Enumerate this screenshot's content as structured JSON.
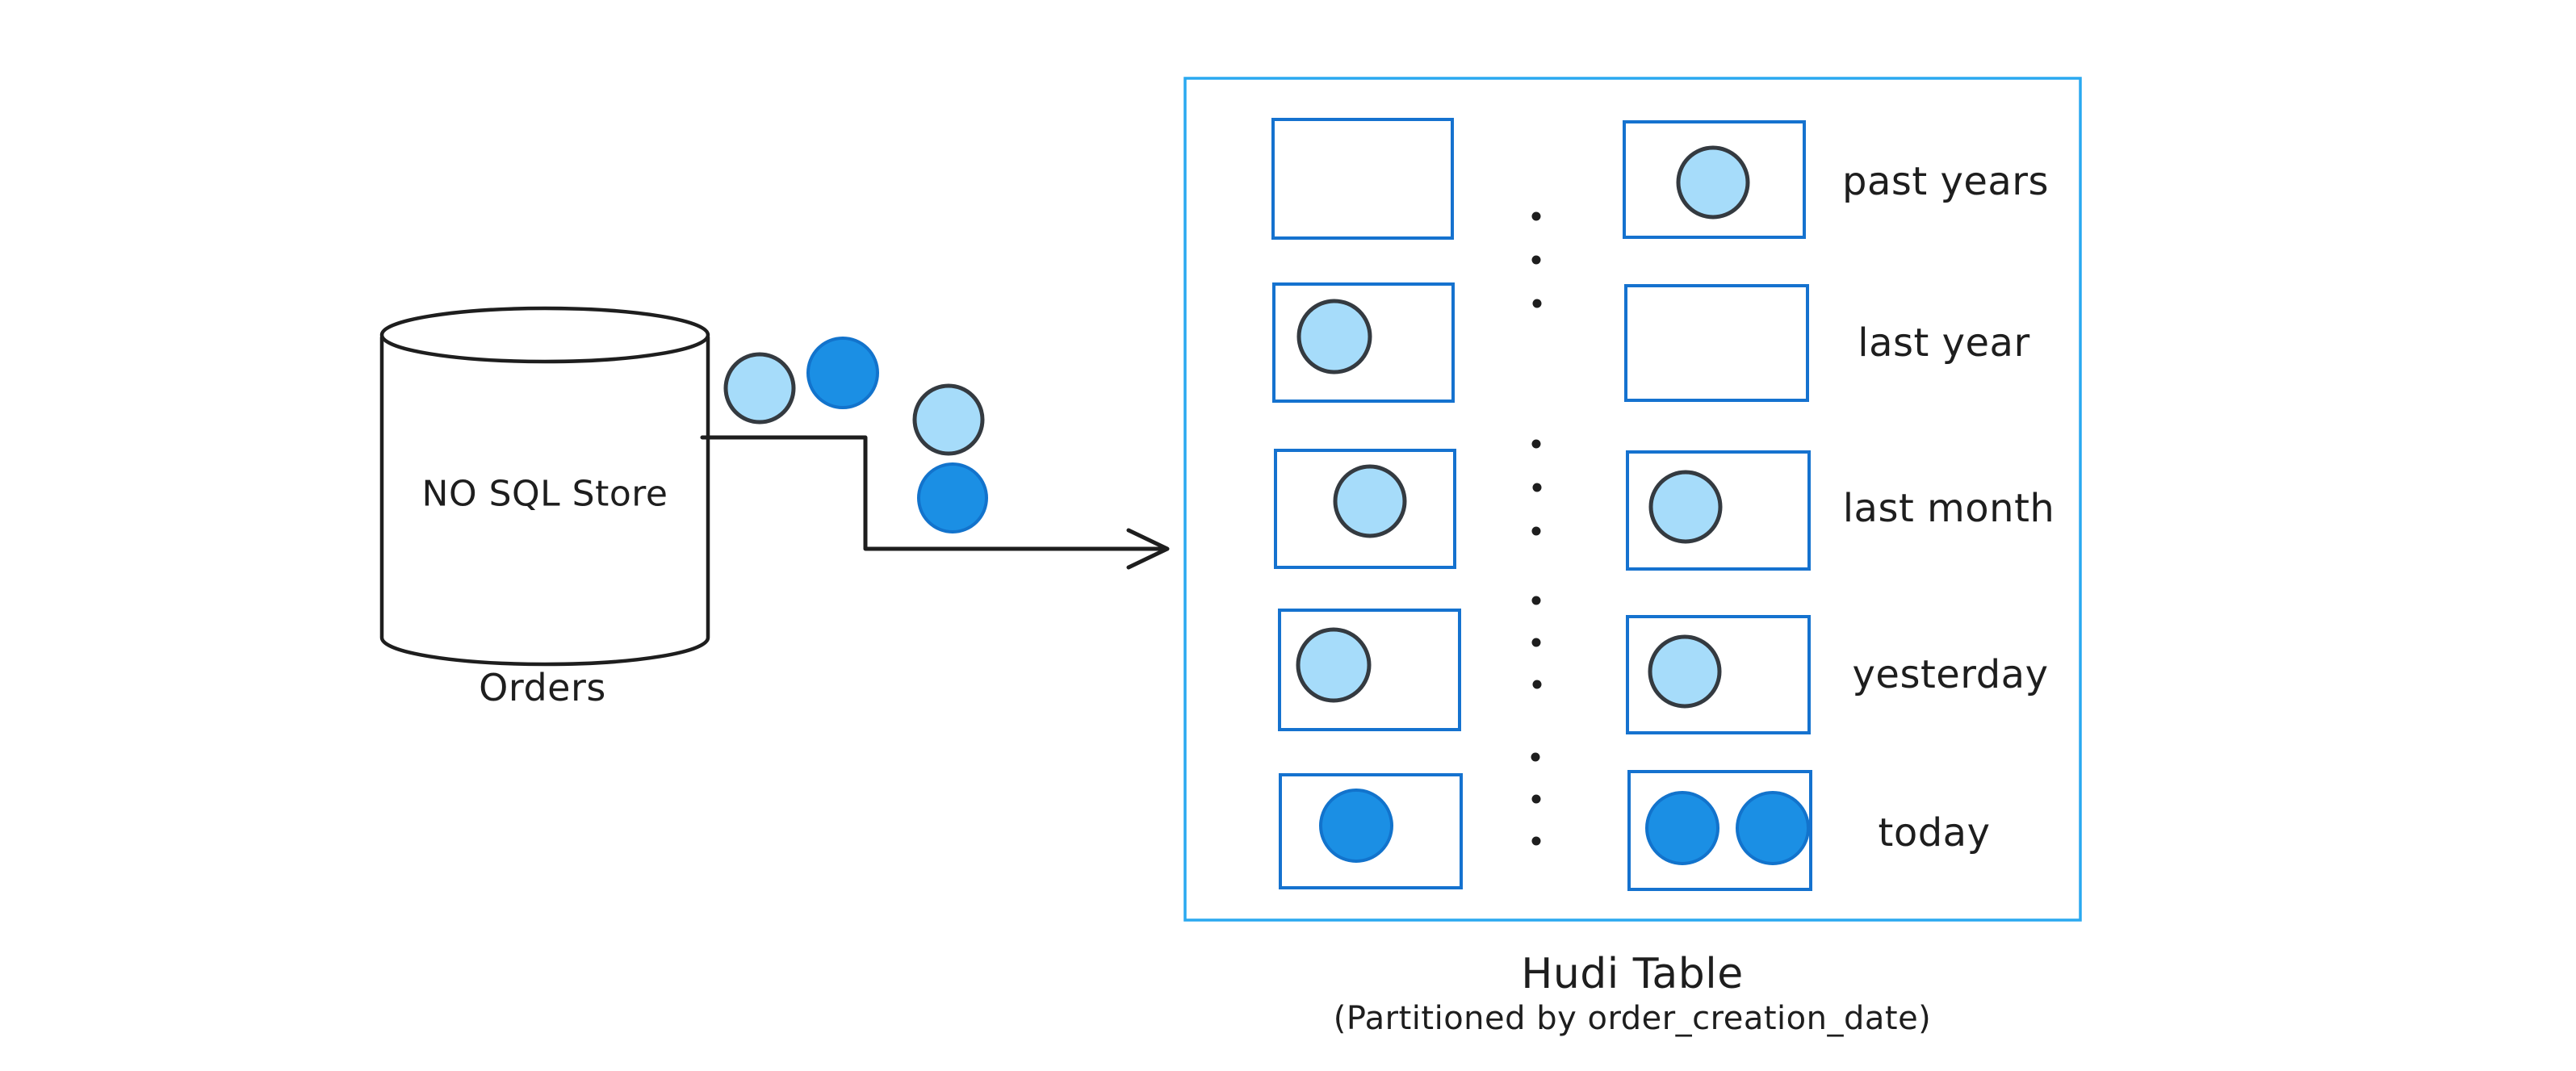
{
  "source": {
    "label": "NO SQL Store",
    "caption": "Orders"
  },
  "stream": {
    "records": [
      {
        "type": "light-blue"
      },
      {
        "type": "dark-blue"
      },
      {
        "type": "light-blue"
      },
      {
        "type": "dark-blue"
      }
    ]
  },
  "hudi_table": {
    "title": "Hudi Table",
    "subtitle": "(Partitioned by order_creation_date)",
    "rows": [
      {
        "label": "past years",
        "left_box_files": [],
        "right_box_files": [
          "light-blue"
        ]
      },
      {
        "label": "last year",
        "left_box_files": [
          "light-blue"
        ],
        "right_box_files": []
      },
      {
        "label": "last month",
        "left_box_files": [
          "light-blue"
        ],
        "right_box_files": [
          "light-blue"
        ]
      },
      {
        "label": "yesterday",
        "left_box_files": [
          "light-blue"
        ],
        "right_box_files": [
          "light-blue"
        ]
      },
      {
        "label": "today",
        "left_box_files": [
          "dark-blue"
        ],
        "right_box_files": [
          "dark-blue",
          "dark-blue"
        ]
      }
    ]
  },
  "colors": {
    "ink": "#1e1e1e",
    "table_border": "#2aa9f0",
    "partition_border": "#1572cf",
    "file_light_fill": "#a6dcfa",
    "file_light_stroke": "#343a40",
    "file_dark_fill": "#1b8fe4",
    "file_dark_stroke": "#1273cc"
  }
}
